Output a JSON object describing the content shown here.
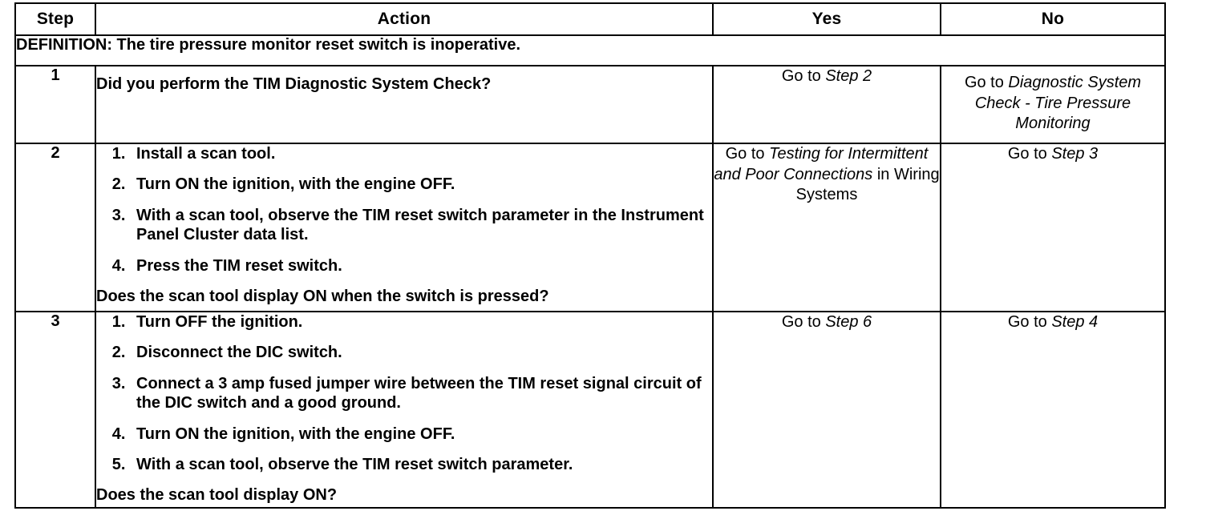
{
  "table": {
    "columns": [
      {
        "key": "step",
        "label": "Step"
      },
      {
        "key": "action",
        "label": "Action"
      },
      {
        "key": "yes",
        "label": "Yes"
      },
      {
        "key": "no",
        "label": "No"
      }
    ],
    "definition": "DEFINITION: The tire pressure monitor reset switch is inoperative.",
    "rows": [
      {
        "step": "1",
        "lead_question": "Did you perform the TIM Diagnostic System Check?",
        "substeps": [],
        "tail_question": "",
        "yes": {
          "prefix": "Go to ",
          "italic": "Step 2",
          "suffix": ""
        },
        "no": {
          "prefix": "Go to ",
          "italic": "Diagnostic System Check - Tire Pressure Monitoring",
          "suffix": ""
        }
      },
      {
        "step": "2",
        "lead_question": "",
        "substeps": [
          "Install a scan tool.",
          "Turn ON the ignition, with the engine OFF.",
          "With a scan tool, observe the TIM reset switch parameter in the Instrument Panel Cluster data list.",
          "Press the TIM reset switch."
        ],
        "tail_question": "Does the scan tool display ON when the switch is pressed?",
        "yes": {
          "prefix": "Go to ",
          "italic": "Testing for Intermittent and Poor Connections",
          "suffix": " in Wiring Systems"
        },
        "no": {
          "prefix": "Go to ",
          "italic": "Step 3",
          "suffix": ""
        }
      },
      {
        "step": "3",
        "lead_question": "",
        "substeps": [
          "Turn OFF the ignition.",
          "Disconnect the DIC switch.",
          "Connect a 3 amp fused jumper wire between the TIM reset signal circuit of the DIC switch and a good ground.",
          "Turn ON the ignition, with the engine OFF.",
          "With a scan tool, observe the TIM reset switch parameter."
        ],
        "tail_question": "Does the scan tool display ON?",
        "yes": {
          "prefix": "Go to ",
          "italic": "Step 6",
          "suffix": ""
        },
        "no": {
          "prefix": "Go to ",
          "italic": "Step 4",
          "suffix": ""
        }
      }
    ]
  },
  "colors": {
    "ink": "#000000",
    "paper": "#ffffff"
  }
}
